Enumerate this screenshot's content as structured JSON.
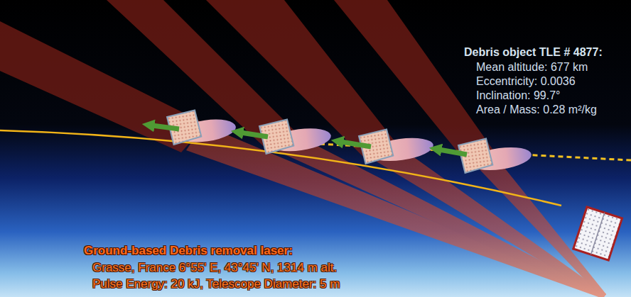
{
  "diagram": {
    "labels": [
      "Debris object TLE # 4877:",
      "Mean altitude: 677 km",
      "Eccentricity: 0.0036",
      "Inclination: 99.7°",
      "Area / Mass: 0.28 m²/kg",
      "Ground-based Debris removal laser:",
      "Grasse, France 6°55' E, 43°45' N, 1314 m alt.",
      "Pulse Energy: 20 kJ, Telescope Diameter: 5 m"
    ]
  }
}
